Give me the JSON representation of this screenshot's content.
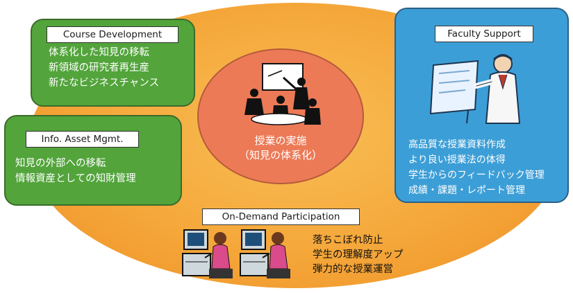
{
  "center": {
    "lines": [
      "授業の実施",
      "（知見の体系化）"
    ]
  },
  "course_development": {
    "title": "Course Development",
    "lines": [
      "体系化した知見の移転",
      "新領域の研究者再生産",
      "新たなビジネスチャンス"
    ]
  },
  "info_asset": {
    "title": "Info. Asset Mgmt.",
    "lines": [
      "知見の外部への移転",
      "情報資産としての知財管理"
    ]
  },
  "faculty_support": {
    "title": "Faculty Support",
    "lines": [
      "高品質な授業資料作成",
      "より良い授業法の体得",
      "学生からのフィードバック管理",
      "成績・課題・レポート管理"
    ]
  },
  "on_demand": {
    "title": "On-Demand Participation",
    "lines": [
      "落ちこぼれ防止",
      "学生の理解度アップ",
      "弾力的な授業運営"
    ]
  },
  "colors": {
    "background_ellipse": "#f5a73a",
    "center_ellipse": "#ec7a57",
    "green_card": "#52a43b",
    "blue_card": "#3c9ed6"
  },
  "icons": [
    "presentation-meeting-icon",
    "presenter-screen-icon",
    "student-computer-icon"
  ]
}
